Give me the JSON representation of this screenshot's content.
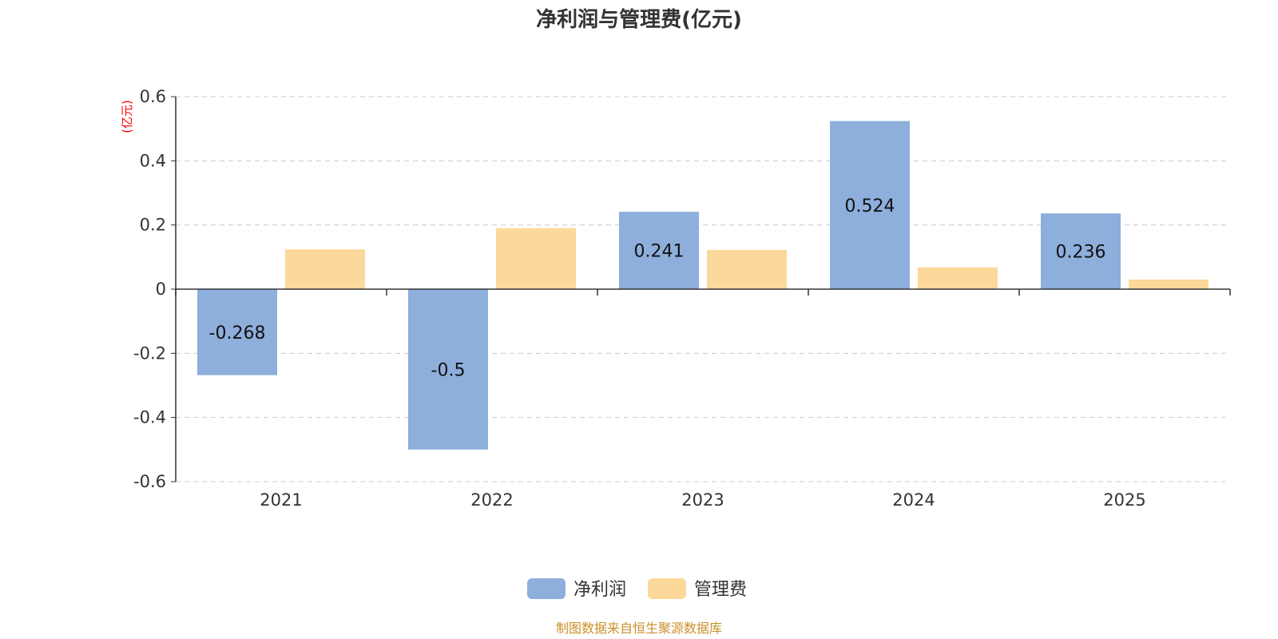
{
  "chart_data": {
    "type": "bar",
    "title": "净利润与管理费(亿元)",
    "ylabel": "(亿元)",
    "categories": [
      "2021",
      "2022",
      "2023",
      "2024",
      "2025"
    ],
    "series": [
      {
        "name": "净利润",
        "values": [
          -0.268,
          -0.5,
          0.241,
          0.524,
          0.236
        ],
        "show_labels": true
      },
      {
        "name": "管理费",
        "values": [
          0.124,
          0.19,
          0.122,
          0.068,
          0.03
        ],
        "show_labels": false
      }
    ],
    "ylim": [
      -0.6,
      0.6
    ],
    "yticks": [
      0.6,
      0.4,
      0.2,
      0,
      -0.2,
      -0.4,
      -0.6
    ],
    "ytick_labels": [
      "0.6",
      "0.4",
      "0.2",
      "0",
      "-0.2",
      "-0.4",
      "-0.6"
    ],
    "grid": true,
    "legend_position": "bottom-center"
  },
  "colors": {
    "series": [
      "#8eaedb",
      "#fdd89b"
    ],
    "grid": "#cccccc",
    "axis": "#333333",
    "unit": "#ff0000",
    "footer": "#c9912a"
  },
  "footer": "制图数据来自恒生聚源数据库"
}
